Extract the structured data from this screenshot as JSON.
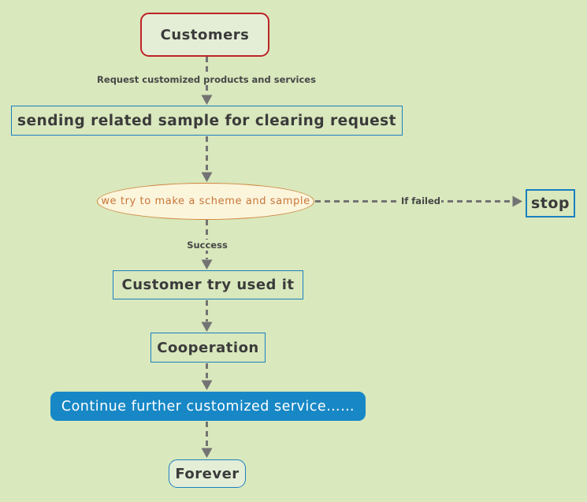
{
  "diagram": {
    "type": "flowchart",
    "nodes": {
      "customers": {
        "label": "Customers",
        "shape": "rounded-rect",
        "border_color": "#bf2329"
      },
      "sending": {
        "label": "sending related sample for clearing request",
        "shape": "rect",
        "border_color": "#1a80c0"
      },
      "scheme": {
        "label": "we try to make a scheme and sample",
        "shape": "ellipse",
        "border_color": "#d0853f",
        "fill": "#fbf5dc",
        "text_color": "#c8763a"
      },
      "stop": {
        "label": "stop",
        "shape": "rect",
        "border_color": "#1a80c0"
      },
      "customer_try": {
        "label": "Customer try used it",
        "shape": "rect",
        "border_color": "#1a80c0"
      },
      "cooperation": {
        "label": "Cooperation",
        "shape": "rect",
        "border_color": "#1a80c0"
      },
      "continue": {
        "label": "Continue further customized service……",
        "shape": "rounded-rect",
        "fill": "#1787c6",
        "text_color": "#ffffff"
      },
      "forever": {
        "label": "Forever",
        "shape": "rounded-rect",
        "border_color": "#1a80c0"
      }
    },
    "edges": [
      {
        "from": "customers",
        "to": "sending",
        "label": "Request customized products and services",
        "style": "dashed"
      },
      {
        "from": "sending",
        "to": "scheme",
        "label": "",
        "style": "dashed"
      },
      {
        "from": "scheme",
        "to": "stop",
        "label": "If failed",
        "style": "dashed"
      },
      {
        "from": "scheme",
        "to": "customer_try",
        "label": "Success",
        "style": "dashed"
      },
      {
        "from": "customer_try",
        "to": "cooperation",
        "label": "",
        "style": "dashed"
      },
      {
        "from": "cooperation",
        "to": "continue",
        "label": "",
        "style": "dashed"
      },
      {
        "from": "continue",
        "to": "forever",
        "label": "",
        "style": "dashed"
      }
    ],
    "edge_labels": {
      "request": "Request customized products and services",
      "if_failed": "If failed",
      "success": "Success"
    },
    "colors": {
      "background": "#d9e8bd",
      "connector": "#737373",
      "node_text": "#3b3b3b",
      "blue_border": "#1a80c0",
      "red_border": "#bf2329",
      "ellipse_border": "#d0853f",
      "ellipse_fill": "#fbf5dc",
      "ellipse_text": "#c8763a",
      "filled_node": "#1787c6"
    }
  }
}
